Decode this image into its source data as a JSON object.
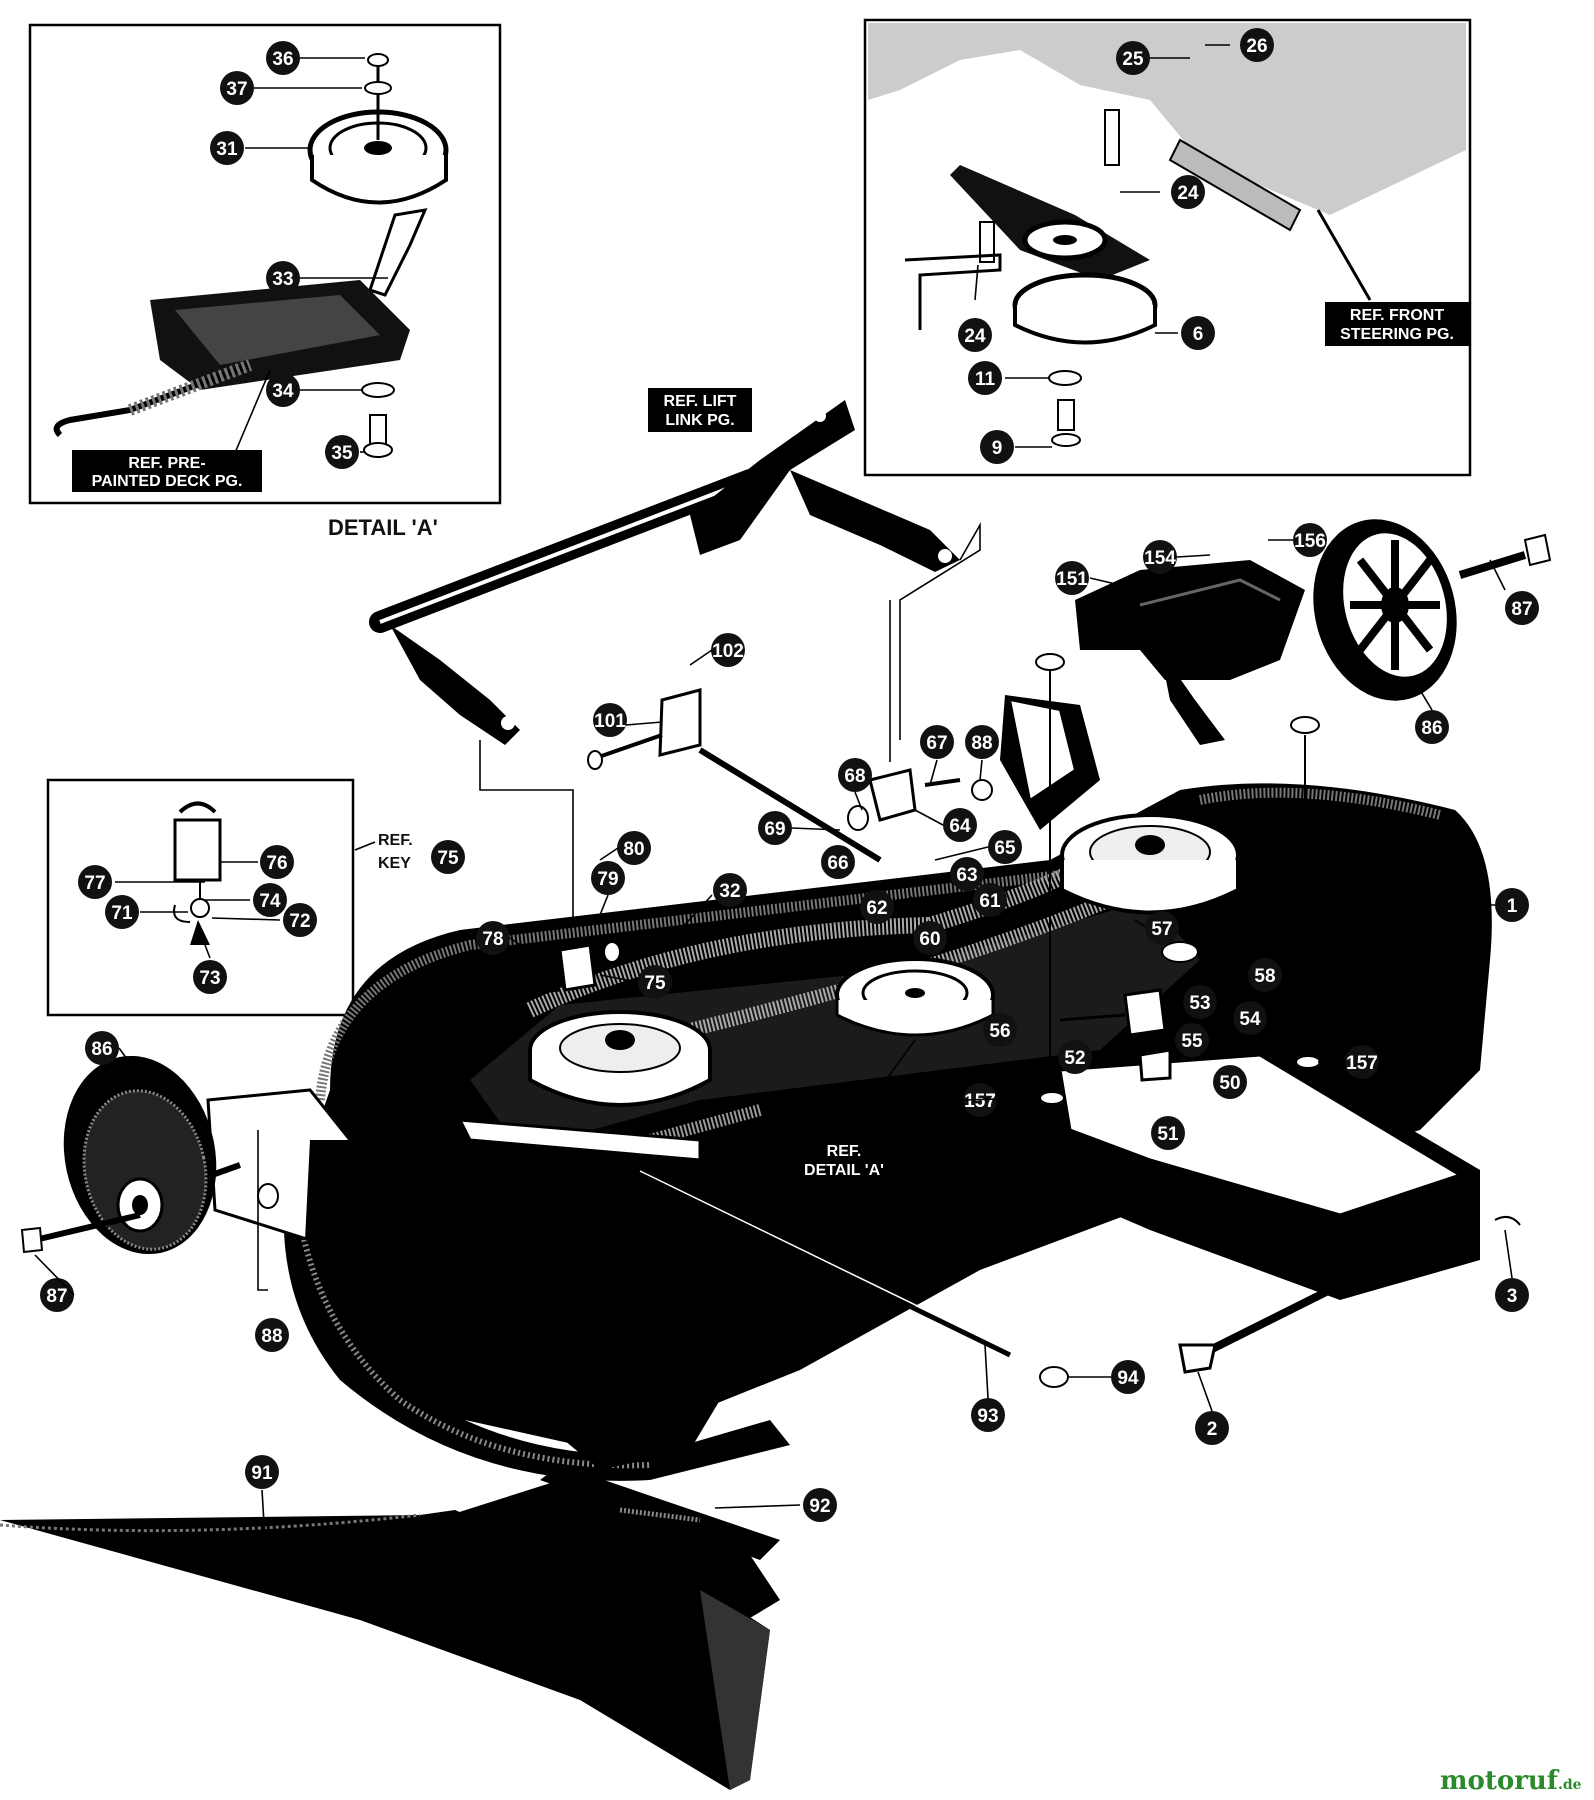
{
  "detail_a": {
    "title": "DETAIL 'A'"
  },
  "ref_labels": {
    "lift_link": [
      "REF. LIFT",
      "LINK PG."
    ],
    "front_steering": [
      "REF. FRONT",
      "STEERING PG."
    ],
    "pre_painted_deck": [
      "REF. PRE-",
      "PAINTED DECK PG."
    ],
    "ref_detail_a": [
      "REF.",
      "DETAIL 'A'"
    ],
    "ref_key": [
      "REF.",
      "KEY"
    ],
    "ref_key_number": "75"
  },
  "part_numbers": {
    "p36": "36",
    "p37": "37",
    "p31": "31",
    "p33": "33",
    "p34": "34",
    "p35": "35",
    "p25": "25",
    "p26": "26",
    "p24a": "24",
    "p24b": "24",
    "p6": "6",
    "p11": "11",
    "p9": "9",
    "p102": "102",
    "p101": "101",
    "p67": "67",
    "p88a": "88",
    "p68": "68",
    "p69": "69",
    "p64": "64",
    "p65": "65",
    "p66": "66",
    "p63": "63",
    "p61": "61",
    "p62": "62",
    "p60": "60",
    "p80": "80",
    "p79": "79",
    "p32": "32",
    "p78": "78",
    "p75": "75",
    "p151": "151",
    "p154": "154",
    "p156": "156",
    "p87a": "87",
    "p86a": "86",
    "p1": "1",
    "p57": "57",
    "p58": "58",
    "p53": "53",
    "p54": "54",
    "p56": "56",
    "p55": "55",
    "p52": "52",
    "p50": "50",
    "p51": "51",
    "p157a": "157",
    "p157b": "157",
    "p76": "76",
    "p77": "77",
    "p74": "74",
    "p71": "71",
    "p72": "72",
    "p73": "73",
    "p86b": "86",
    "p87b": "87",
    "p88b": "88",
    "p93": "93",
    "p94": "94",
    "p3": "3",
    "p2": "2",
    "p91": "91",
    "p92": "92"
  },
  "watermark": {
    "name": "motoruf",
    "tld": ".de"
  }
}
